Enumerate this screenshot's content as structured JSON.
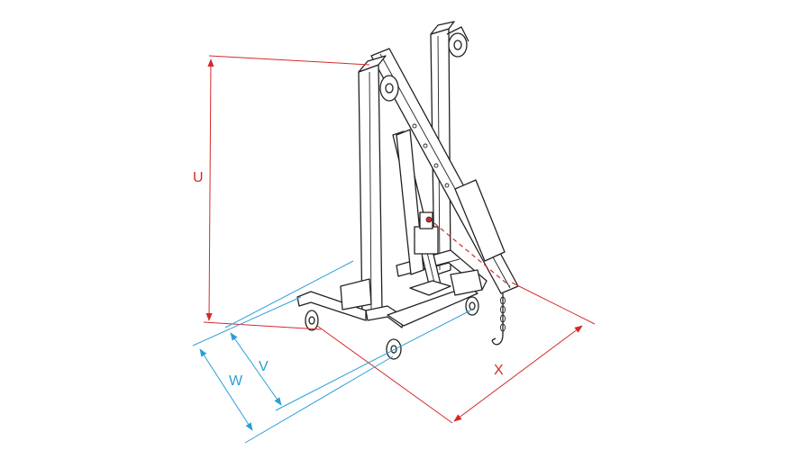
{
  "colors": {
    "height_dimension": "#d42a2a",
    "width_dimension": "#2a9fd6",
    "outline": "#222222"
  },
  "dimensions": {
    "u": {
      "label": "U"
    },
    "v": {
      "label": "V"
    },
    "w": {
      "label": "W"
    },
    "x": {
      "label": "X"
    }
  }
}
